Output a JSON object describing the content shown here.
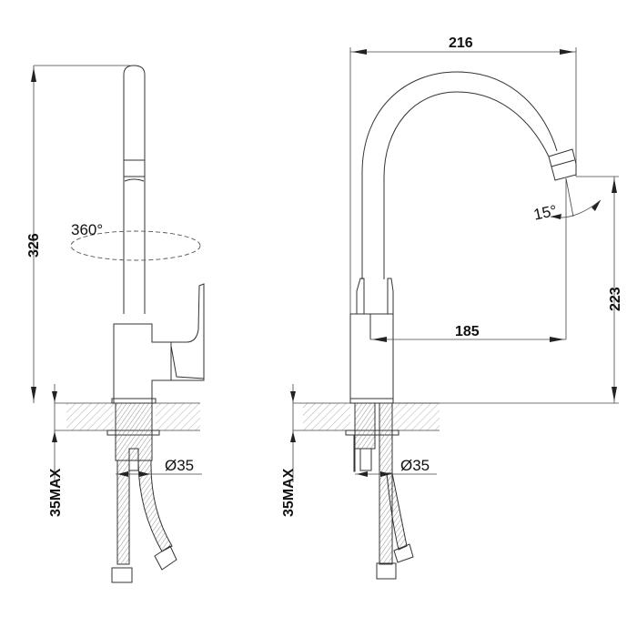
{
  "drawing": {
    "side_view": {
      "height_label": "326",
      "rotation_label": "360°",
      "hole_diameter_label": "Ø35",
      "countertop_label": "35MAX"
    },
    "front_view": {
      "width_label": "216",
      "reach_label": "185",
      "spout_height_label": "223",
      "angle_label": "15°",
      "hole_diameter_label": "Ø35",
      "countertop_label": "35MAX"
    },
    "colors": {
      "line": "#333333",
      "background": "#ffffff"
    }
  }
}
